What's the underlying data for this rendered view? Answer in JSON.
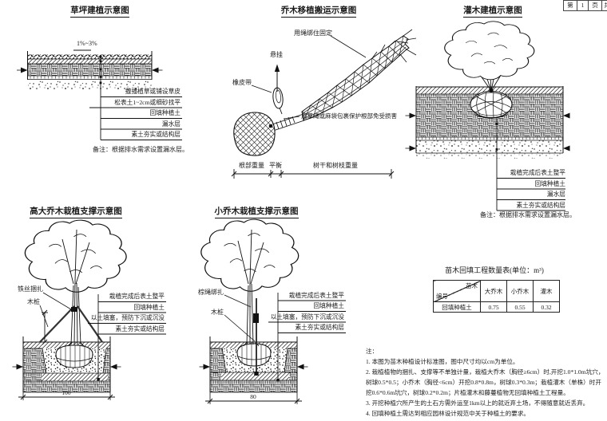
{
  "page_header": {
    "cells": [
      "第",
      "1",
      "页",
      "共"
    ]
  },
  "lawn": {
    "title": "草坪建植示意图",
    "slope": "1%~3%",
    "layers": [
      "撒播植草或铺设草皮",
      "松表土1~2cm或细砂找平",
      "回填种植土",
      "漏水层",
      "素土夯实或结构层"
    ],
    "note": "备注：根据排水需求设置漏水层。"
  },
  "transport": {
    "title": "乔木移植搬运示意图",
    "labels": {
      "tie": "用绳绑住固定",
      "hang": "悬挂",
      "rubber": "橡皮带",
      "wrap": "用草绳或麻袋包裹保护根部免受损害"
    },
    "dimension": {
      "left": "根部重量",
      "mid": "平衡",
      "right": "树干和树枝重量"
    }
  },
  "shrub": {
    "title": "灌木建植示意图",
    "layers": [
      "栽植完成后表土整平",
      "回填种植土",
      "漏水层",
      "素土夯实或结构层"
    ],
    "note": "备注：根据排水需求设置漏水层。"
  },
  "tall_tree": {
    "title": "高大乔木栽植支撑示意图",
    "left_labels": [
      "铁丝捆扎",
      "木桩"
    ],
    "layers": [
      "栽植完成后表土整平",
      "回填种植土",
      "以土填塞，预防下沉或沉没",
      "素土夯实或结构层"
    ],
    "width_dim": "100"
  },
  "small_tree": {
    "title": "小乔木栽植支撑示意图",
    "left_labels": [
      "棕绳绑扎",
      "木桩"
    ],
    "layers": [
      "栽植完成后表土整平",
      "回填种植土",
      "以土填塞，预防下沉或沉没",
      "素土夯实或结构层"
    ],
    "width_dim": "80"
  },
  "table": {
    "title": "苗木回填工程数量表(单位：m³)",
    "corner_top": "苗木",
    "corner_bottom": "编号",
    "columns": [
      "大乔木",
      "小乔木",
      "灌木"
    ],
    "row_label": "回填种植土",
    "values": [
      "0.75",
      "0.55",
      "0.32"
    ]
  },
  "notes": {
    "heading": "注：",
    "items": [
      "1. 本图为苗木种植设计标准图，图中尺寸均以cm为单位。",
      "2. 栽植植物的捆扎、支撑等不单独计量，栽植大乔木（胸径≥6cm）时,开挖1.0*1.0m坑穴，树球0.5*0.5；小乔木（胸径<6cm）开挖0.8*0.8m，树球0.3*0.3m；栽植灌木（单株）时开挖0.6*0.6m坑穴，树球0.2*0.2m；片植灌木和藤蔓植物无回填种植土工程量。",
      "3. 开挖种植穴所产生的土石方需外运至1km以上的就近弃土场，不得随意就近丢弃。",
      "4. 回填种植土需达到相应园林设计规范中关于种植土的要求。"
    ]
  }
}
